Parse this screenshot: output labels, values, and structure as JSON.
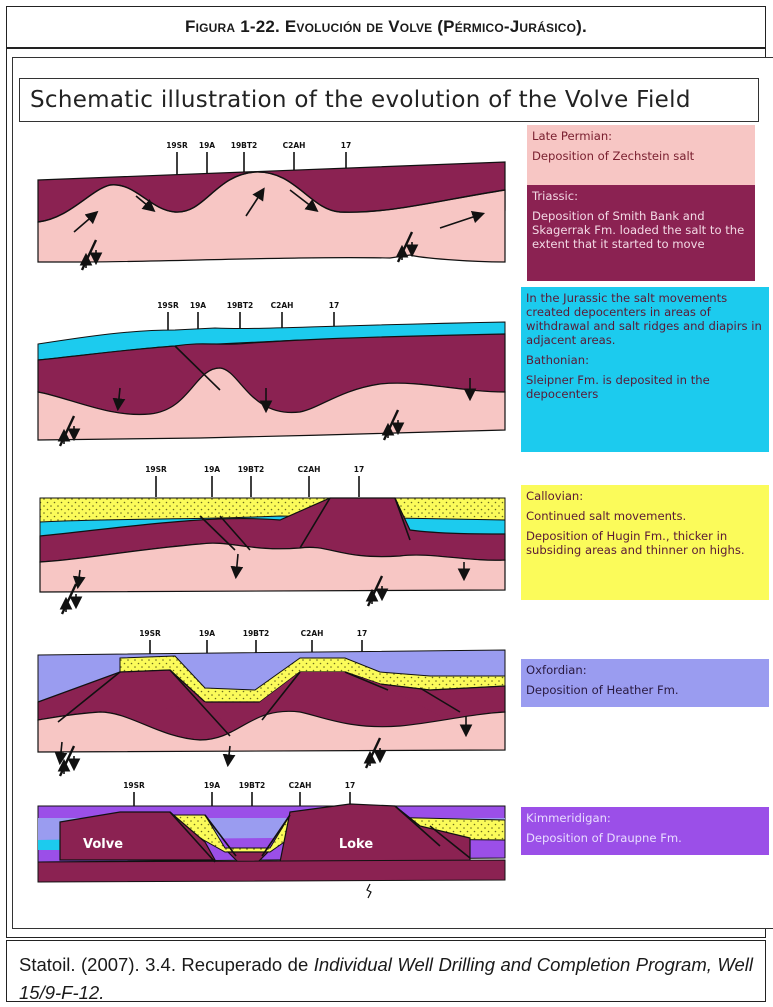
{
  "caption": "Figura 1-22. Evolución de Volve (Pérmico-Jurásico).",
  "diagram_title": "Schematic illustration of the evolution of the Volve Field",
  "well_labels": [
    "19SR",
    "19A",
    "19BT2",
    "C2AH",
    "17"
  ],
  "field_labels": {
    "volve": "Volve",
    "loke": "Loke"
  },
  "legend": [
    {
      "paragraphs": [
        "Late Permian:",
        "Deposition of Zechstein salt"
      ],
      "bg": "#f7c6c4",
      "color": "#7a2030"
    },
    {
      "paragraphs": [
        "Triassic:",
        "Deposition of Smith Bank and Skagerrak Fm. loaded the salt to the extent that it started to move"
      ],
      "bg": "#8b2252",
      "color": "#f2d8e4"
    },
    {
      "paragraphs": [
        "In the Jurassic the salt movements created depocenters in areas of withdrawal and salt ridges and diapirs in adjacent areas.",
        "Bathonian:",
        "Sleipner Fm. is deposited in the depocenters"
      ],
      "bg": "#1ccbee",
      "color": "#5a1a36"
    },
    {
      "paragraphs": [
        "Callovian:",
        "Continued salt movements.",
        "Deposition of Hugin Fm., thicker in subsiding areas and thinner on highs."
      ],
      "bg": "#fbfb5a",
      "color": "#5a1a36"
    },
    {
      "paragraphs": [
        "Oxfordian:",
        "Deposition of Heather Fm."
      ],
      "bg": "#9a9cf0",
      "color": "#2a1a40"
    },
    {
      "paragraphs": [
        "Kimmeridigan:",
        "Deposition of Draupne Fm."
      ],
      "bg": "#9b4fe8",
      "color": "#e8dcff"
    }
  ],
  "colors": {
    "salt": "#8b2252",
    "triassic": "#f7c6c4",
    "sleipner": "#1ccbee",
    "hugin": "#fbfb5a",
    "heather": "#9a9cf0",
    "draupne": "#9b4fe8"
  },
  "source": {
    "prefix": "Statoil. (2007). 3.4. Recuperado de ",
    "italic": "Individual Well Drilling and Completion Program, Well 15/9-F-12."
  }
}
